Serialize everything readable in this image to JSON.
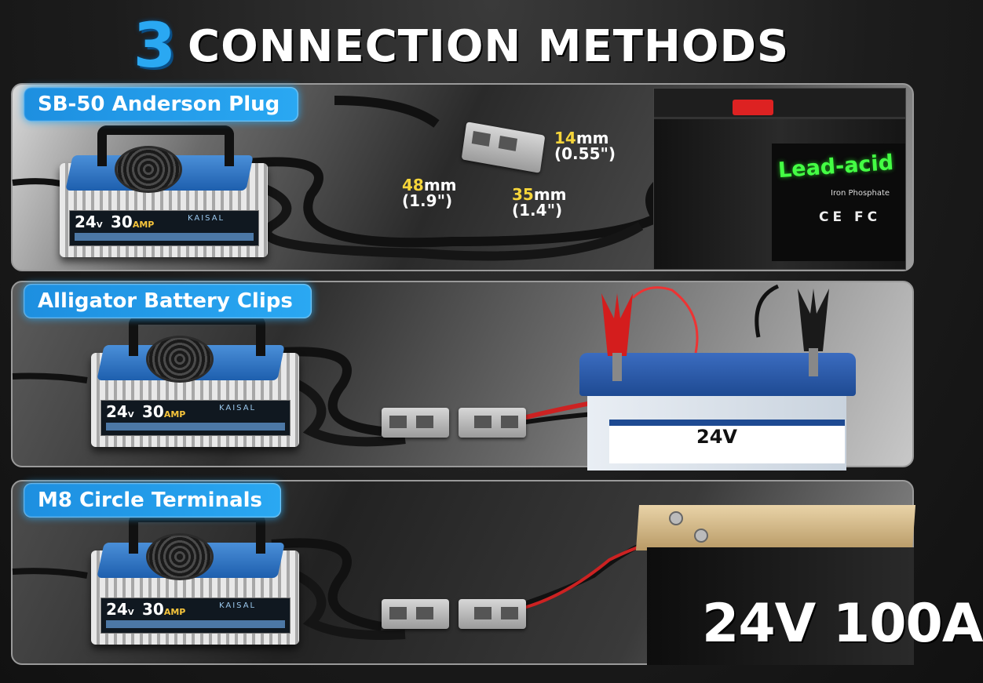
{
  "headline": {
    "number": "3",
    "text": "CONNECTION METHODS"
  },
  "colors": {
    "accent": "#2aa8f2",
    "dimension": "#f6d53a",
    "lead_acid_green": "#44ff44"
  },
  "methods": [
    {
      "label": "SB-50 Anderson Plug"
    },
    {
      "label": "Alligator Battery Clips"
    },
    {
      "label": "M8 Circle Terminals"
    }
  ],
  "charger": {
    "voltage": "24",
    "voltage_unit": "V",
    "amps": "30",
    "amps_unit": "AMP",
    "brand": "KAISAL"
  },
  "dimensions": {
    "d1": {
      "value": "14",
      "unit": "mm",
      "inch": "(0.55\")"
    },
    "d2": {
      "value": "48",
      "unit": "mm",
      "inch": "(1.9\")"
    },
    "d3": {
      "value": "35",
      "unit": "mm",
      "inch": "(1.4\")"
    }
  },
  "battery1": {
    "type": "Lead-acid",
    "sub": "Iron Phosphate",
    "marks": "CE FC"
  },
  "battery2": {
    "voltage": "24V"
  },
  "battery3": {
    "label": "24V 100A"
  }
}
